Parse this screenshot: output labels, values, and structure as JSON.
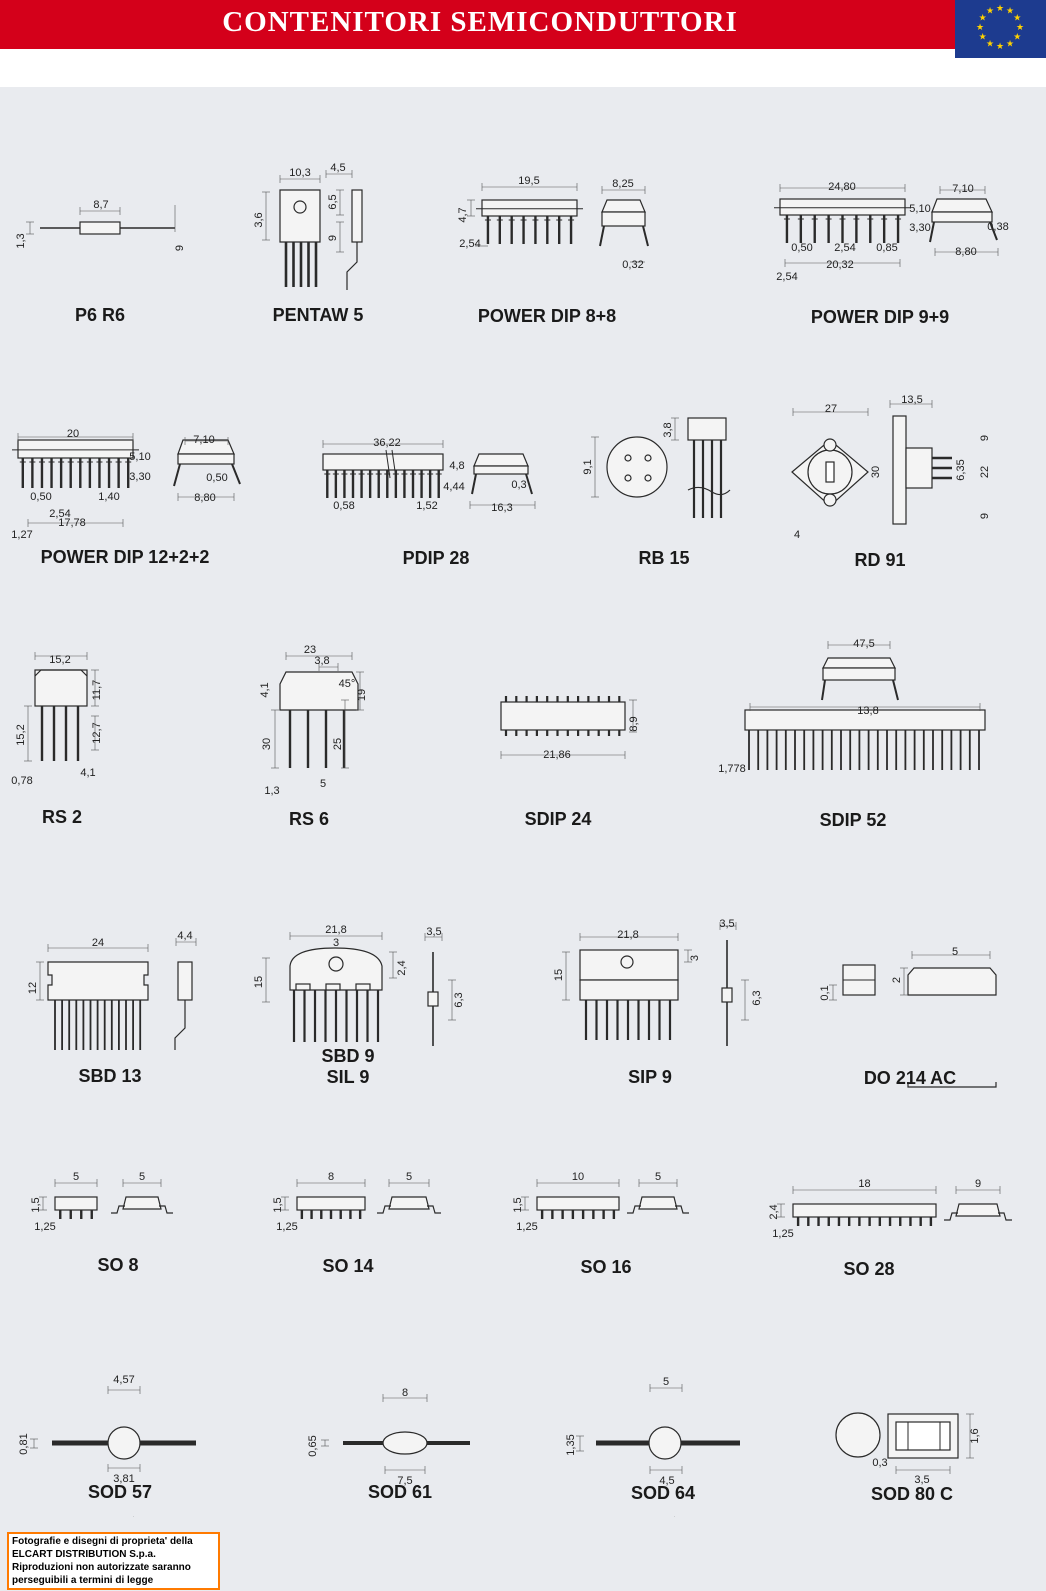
{
  "header": {
    "title": "CONTENITORI SEMICONDUTTORI",
    "banner_color": "#d4001a",
    "flag_color": "#1d3b8f",
    "star_color": "#ffd200"
  },
  "packages": [
    {
      "id": "p6r6",
      "label": "P6 R6",
      "dims": [
        "8,7",
        "1,3",
        "9"
      ]
    },
    {
      "id": "pentaw5",
      "label": "PENTAW 5",
      "dims": [
        "10,3",
        "4,5",
        "3,6",
        "6,5",
        "9"
      ]
    },
    {
      "id": "powerdip88",
      "label": "POWER DIP 8+8",
      "dims": [
        "19,5",
        "8,25",
        "4,7",
        "2,54",
        "0,32"
      ]
    },
    {
      "id": "powerdip99",
      "label": "POWER DIP 9+9",
      "dims": [
        "24,80",
        "7,10",
        "5,10",
        "3,30",
        "0,38",
        "0,50",
        "2,54",
        "0,85",
        "20,32",
        "8,80",
        "2,54"
      ]
    },
    {
      "id": "powerdip1222",
      "label": "POWER DIP 12+2+2",
      "dims": [
        "20",
        "7,10",
        "5,10",
        "3,30",
        "0,50",
        "0,50",
        "2,54",
        "1,40",
        "8,80",
        "17,78",
        "1,27"
      ]
    },
    {
      "id": "pdip28",
      "label": "PDIP 28",
      "dims": [
        "36,22",
        "4,8",
        "4,44",
        "0,3",
        "0,58",
        "1,52",
        "16,3"
      ]
    },
    {
      "id": "rb15",
      "label": "RB 15",
      "dims": [
        "3,8",
        "9,1"
      ]
    },
    {
      "id": "rd91",
      "label": "RD 91",
      "dims": [
        "27",
        "13,5",
        "9",
        "30",
        "6,35",
        "22",
        "9",
        "4"
      ]
    },
    {
      "id": "rs2",
      "label": "RS 2",
      "dims": [
        "15,2",
        "11,7",
        "15,2",
        "12,7",
        "0,78",
        "4,1"
      ]
    },
    {
      "id": "rs6",
      "label": "RS 6",
      "dims": [
        "23",
        "3,8",
        "45°",
        "4,1",
        "19",
        "30",
        "25",
        "1,3",
        "5"
      ]
    },
    {
      "id": "sdip24",
      "label": "SDIP 24",
      "dims": [
        "8,9",
        "21,86"
      ]
    },
    {
      "id": "sdip52",
      "label": "SDIP 52",
      "dims": [
        "47,5",
        "13,8",
        "1,778"
      ]
    },
    {
      "id": "sbd13",
      "label": "SBD 13",
      "dims": [
        "24",
        "4,4",
        "12"
      ]
    },
    {
      "id": "sbd9",
      "label": "SBD 9",
      "label2": "SIL 9",
      "dims": [
        "21,8",
        "3",
        "3,5",
        "2,4",
        "15",
        "6,3"
      ]
    },
    {
      "id": "sip9",
      "label": "SIP 9",
      "dims": [
        "21,8",
        "3,5",
        "15",
        "3",
        "6,3"
      ]
    },
    {
      "id": "do214ac",
      "label": "DO 214 AC",
      "dims": [
        "5",
        "0,1",
        "2"
      ]
    },
    {
      "id": "so8",
      "label": "SO 8",
      "dims": [
        "5",
        "5",
        "1,5",
        "1,25"
      ]
    },
    {
      "id": "so14",
      "label": "SO 14",
      "dims": [
        "8",
        "5",
        "1,5",
        "1,25"
      ]
    },
    {
      "id": "so16",
      "label": "SO 16",
      "dims": [
        "10",
        "5",
        "1,5",
        "1,25"
      ]
    },
    {
      "id": "so28",
      "label": "SO 28",
      "dims": [
        "18",
        "9",
        "2,4",
        "1,25"
      ]
    },
    {
      "id": "sod57",
      "label": "SOD 57",
      "dims": [
        "4,57",
        "0,81",
        "3,81"
      ]
    },
    {
      "id": "sod61",
      "label": "SOD 61",
      "dims": [
        "8",
        "0,65",
        "7,5"
      ]
    },
    {
      "id": "sod64",
      "label": "SOD 64",
      "dims": [
        "5",
        "1,35",
        "4,5"
      ]
    },
    {
      "id": "sod80c",
      "label": "SOD 80 C",
      "dims": [
        "1,6",
        "0,3",
        "3,5"
      ]
    }
  ],
  "footer": {
    "copyright_lines": [
      "Fotografie e disegni di proprieta' della",
      "ELCART DISTRIBUTION S.p.a.",
      "Riproduzioni non  autorizzate saranno",
      "perseguibili a  termini di legge"
    ],
    "border_color": "#ff7a00"
  }
}
